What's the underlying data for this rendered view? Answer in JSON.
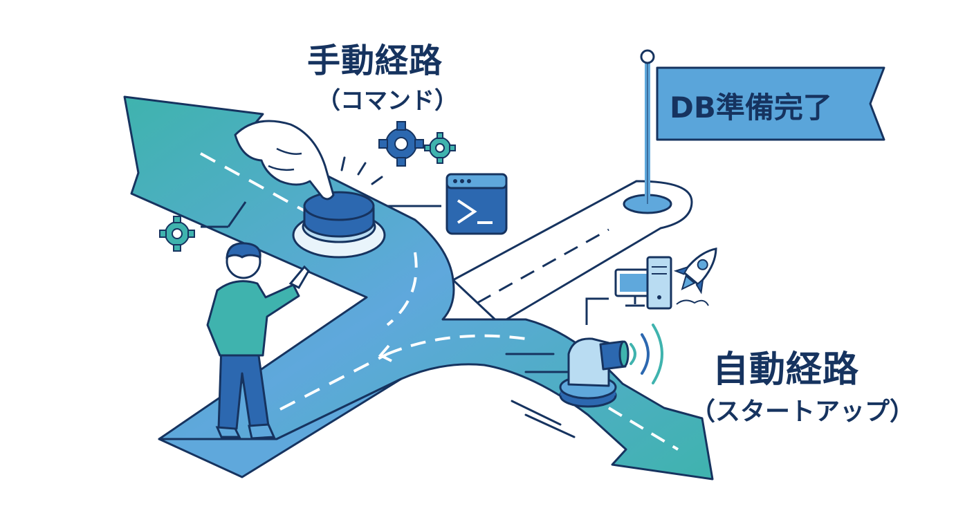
{
  "labels": {
    "manual_title": "手動経路",
    "manual_subtitle": "（コマンド）",
    "auto_title": "自動経路",
    "auto_subtitle": "（スタートアップ）",
    "flag_text": "DB準備完了"
  },
  "colors": {
    "outline": "#16335f",
    "teal": "#3fb3ae",
    "blue": "#5fa8dc",
    "dark_blue": "#2c68b0",
    "light_blue": "#b9dcf2",
    "flag": "#5aa5da",
    "white": "#ffffff"
  },
  "icons": [
    "gear-icon",
    "pointing-hand-icon",
    "push-button-icon",
    "terminal-icon",
    "person-icon",
    "flag-icon",
    "desktop-computer-icon",
    "server-tower-icon",
    "rocket-icon",
    "robot-icon",
    "wireless-signal-icon"
  ]
}
